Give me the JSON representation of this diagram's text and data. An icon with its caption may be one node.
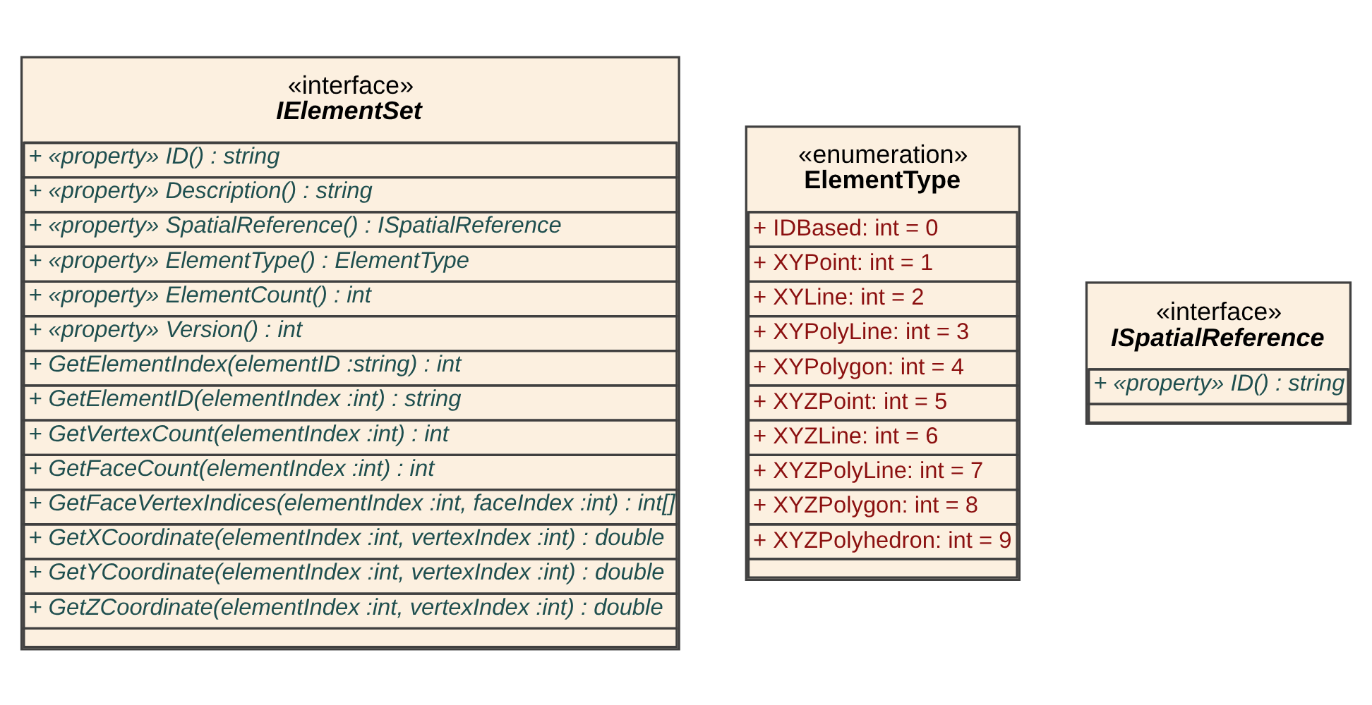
{
  "diagram": {
    "nodes": [
      {
        "text": [
          "«interface»",
          "IElementSet",
          "+ «property» ID() : string",
          "+ «property» Description() : string",
          "+ «property» SpatialReference() : ISpatialReference",
          "+ «property» ElementType() : ElementType",
          "+ «property» ElementCount() : int",
          "+ «property» Version() : int",
          "+ GetElementIndex(elementID :string) : int",
          "+ GetElementID(elementIndex :int) : string",
          "+ GetVertexCount(elementIndex :int) : int",
          "+ GetFaceCount(elementIndex :int) : int",
          "+ GetFaceVertexIndices(elementIndex :int, faceIndex :int) : int[]",
          "+ GetXCoordinate(elementIndex :int, vertexIndex :int) : double",
          "+ GetYCoordinate(elementIndex :int, vertexIndex :int) : double",
          "+ GetZCoordinate(elementIndex :int, vertexIndex :int) : double"
        ]
      },
      {
        "text": [
          "«enumeration»",
          "ElementType",
          "+ IDBased: int = 0",
          "+ XYPoint: int = 1",
          "+ XYLine: int = 2",
          "+ XYPolyLine: int = 3",
          "+ XYPolygon: int = 4",
          "+ XYZPoint: int = 5",
          "+ XYZLine: int = 6",
          "+ XYZPolyLine: int = 7",
          "+ XYZPolygon: int = 8",
          "+ XYZPolyhedron: int = 9"
        ]
      },
      {
        "text": [
          "«interface»",
          "ISpatialReference",
          "+ «property» ID() : string"
        ]
      }
    ],
    "edges": []
  }
}
